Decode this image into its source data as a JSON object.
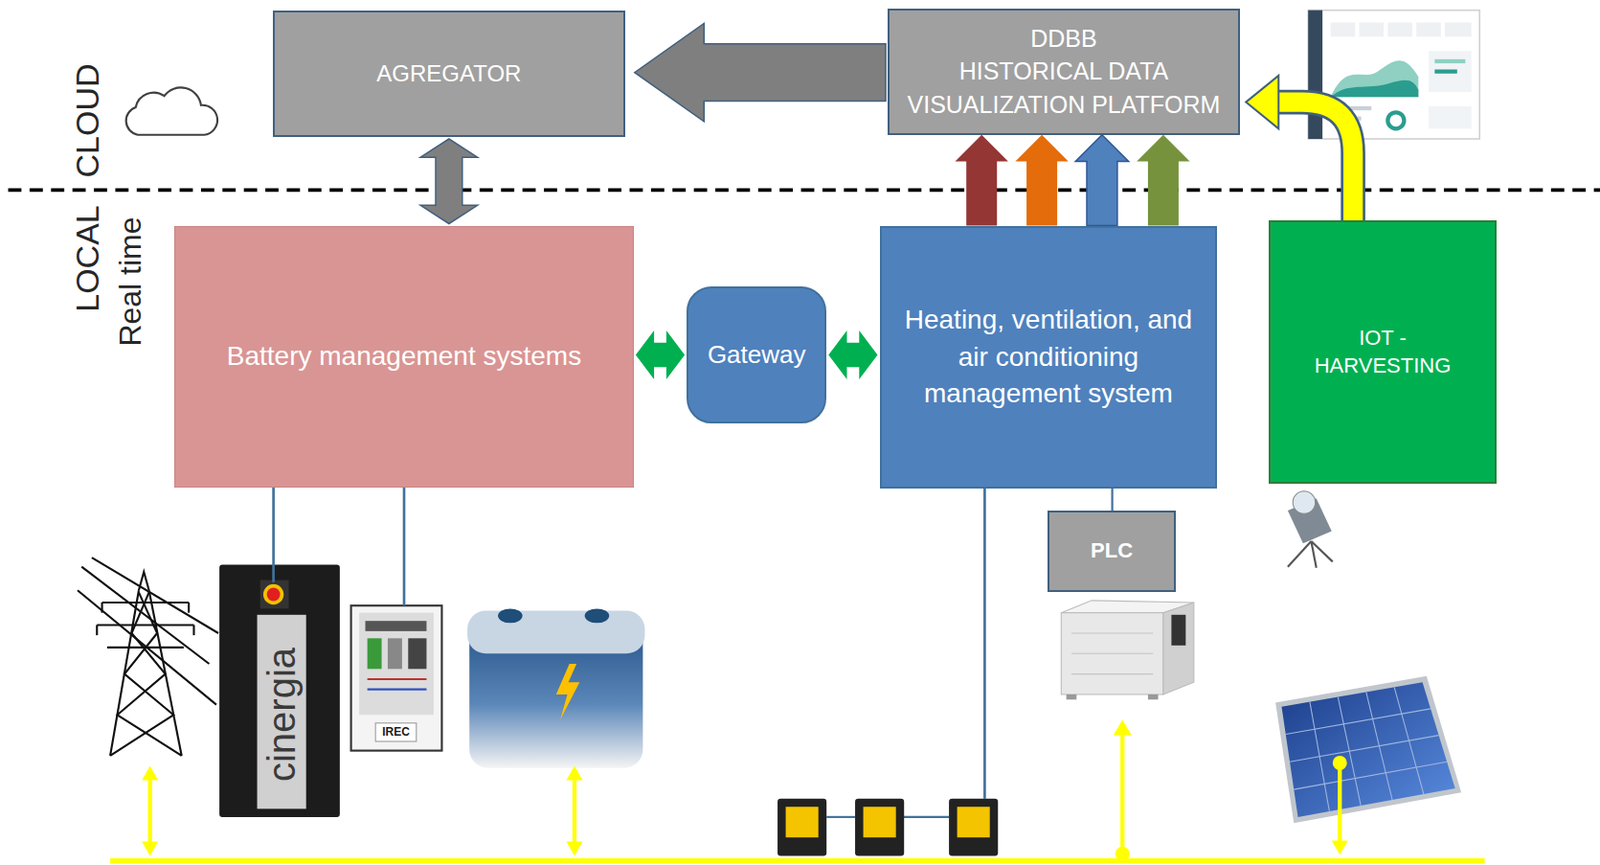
{
  "diagram": {
    "nodes": [
      {
        "text": [
          "AGREGATOR"
        ]
      },
      {
        "text": [
          "DDBB HISTORICAL DATA VISUALIZATION PLATFORM"
        ]
      },
      {
        "text": [
          "Battery management systems"
        ]
      },
      {
        "text": [
          "Gateway"
        ]
      },
      {
        "text": [
          "Heating, ventilation, and air conditioning management system"
        ]
      },
      {
        "text": [
          "IOT - HARVESTING"
        ]
      },
      {
        "text": [
          "PLC"
        ]
      }
    ],
    "edges": [
      {
        "from": 1,
        "to": 0,
        "arrow": "to"
      },
      {
        "from": 0,
        "to": 2,
        "arrow": "both"
      },
      {
        "from": 2,
        "to": 3,
        "arrow": "both"
      },
      {
        "from": 3,
        "to": 4,
        "arrow": "both"
      },
      {
        "from": 4,
        "to": 1,
        "arrow": "to"
      },
      {
        "from": 4,
        "to": 1,
        "arrow": "to"
      },
      {
        "from": 4,
        "to": 1,
        "arrow": "to"
      },
      {
        "from": 4,
        "to": 1,
        "arrow": "to"
      },
      {
        "from": 5,
        "to": 1,
        "arrow": "to"
      },
      {
        "from": 4,
        "to": 6,
        "arrow": "none"
      }
    ],
    "labels": [
      "CLOUD",
      "LOCAL",
      "Real time",
      "cinergia",
      "IREC"
    ]
  }
}
